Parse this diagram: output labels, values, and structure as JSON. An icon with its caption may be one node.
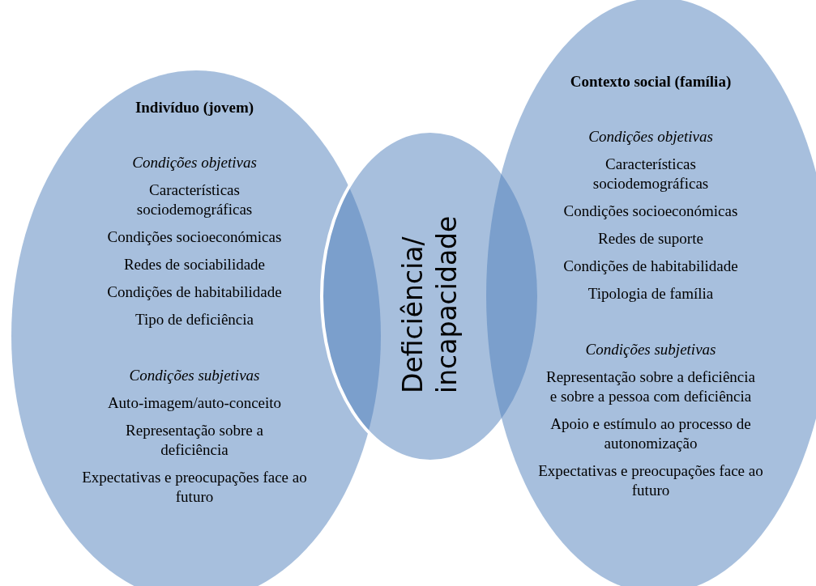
{
  "diagram": {
    "nodes": [
      {
        "text": [
          "Indivíduo (jovem)",
          "Condições objetivas",
          "Características sociodemográficas",
          "Condições socioeconómicas",
          "Redes de sociabilidade",
          "Condições de habitabilidade",
          "Tipo de deficiência",
          "Condições subjetivas",
          "Auto-imagem/auto-conceito",
          "Representação sobre a deficiência",
          "Expectativas e preocupações face ao futuro"
        ]
      },
      {
        "text": [
          "Deficiência/ incapacidade"
        ]
      },
      {
        "text": [
          "Contexto social (família)",
          "Condições objetivas",
          "Características sociodemográficas",
          "Condições socioeconómicas",
          "Redes de suporte",
          "Condições de habitabilidade",
          "Tipologia de família",
          "Condições subjetivas",
          "Representação sobre a deficiência e sobre a pessoa com deficiência",
          "Apoio e estímulo ao processo de autonomização",
          "Expectativas e preocupações face ao futuro"
        ]
      }
    ],
    "edges": []
  }
}
